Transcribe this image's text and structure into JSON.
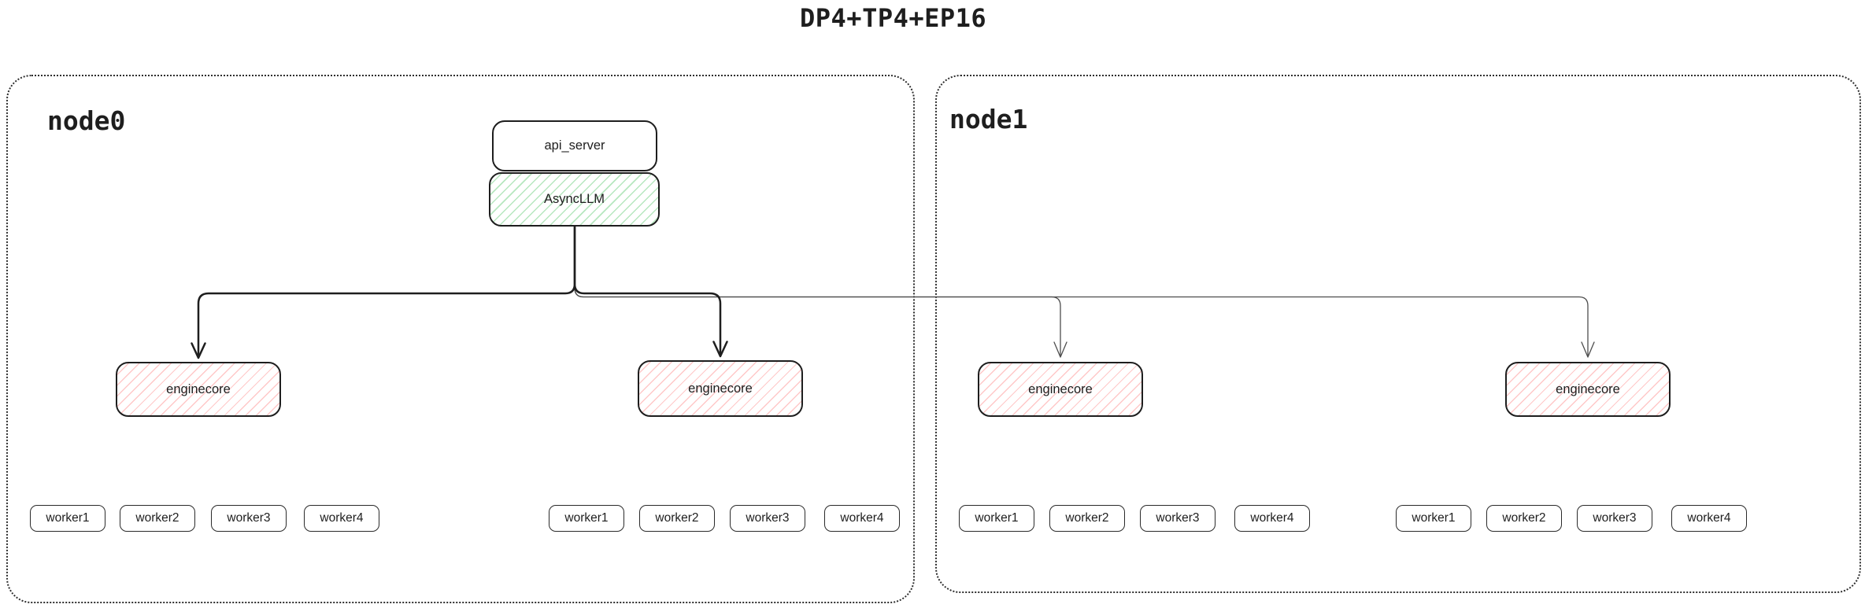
{
  "title": "DP4+TP4+EP16",
  "nodes": [
    {
      "label": "node0"
    },
    {
      "label": "node1"
    }
  ],
  "api_server_label": "api_server",
  "async_llm_label": "AsyncLLM",
  "enginecore_labels": [
    "enginecore",
    "enginecore",
    "enginecore",
    "enginecore"
  ],
  "workers": {
    "groups": [
      {
        "items": [
          "worker1",
          "worker2",
          "worker3",
          "worker4"
        ]
      },
      {
        "items": [
          "worker1",
          "worker2",
          "worker3",
          "worker4"
        ]
      },
      {
        "items": [
          "worker1",
          "worker2",
          "worker3",
          "worker4"
        ]
      },
      {
        "items": [
          "worker1",
          "worker2",
          "worker3",
          "worker4"
        ]
      }
    ]
  },
  "colors": {
    "box_border": "#1e1e1e",
    "async_llm_hatch": "#40c057",
    "enginecore_hatch": "#ff7d7d",
    "arrow_primary": "#1e1e1e",
    "arrow_secondary": "#4d4d4d",
    "node_border": "#2e2e2e"
  }
}
